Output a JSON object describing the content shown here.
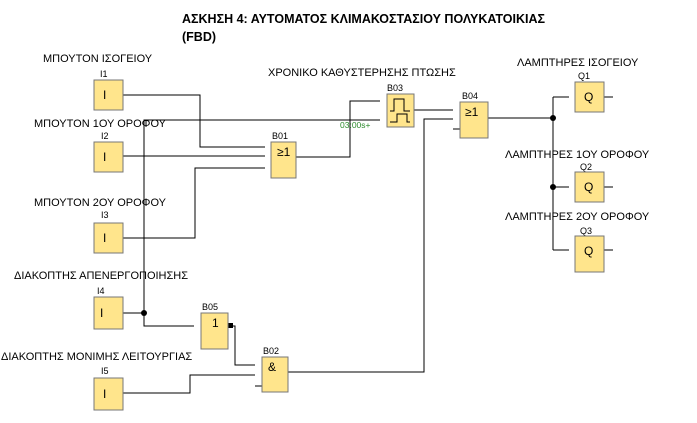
{
  "title": {
    "line1": "ΑΣΚΗΣΗ 4: ΑΥΤΟΜΑΤΟΣ ΚΛΙΜΑΚΟΣΤΑΣΙΟΥ ΠΟΛΥΚΑΤΟΙΚΙΑΣ",
    "line2": "(FBD)"
  },
  "inputs": [
    {
      "id": "I1",
      "label": "ΜΠΟΥΤΟΝ ΙΣΟΓΕΙΟΥ",
      "symbol": "I"
    },
    {
      "id": "I2",
      "label": "ΜΠΟΥΤΟΝ 1ΟΥ ΟΡΟΦΟΥ",
      "symbol": "I"
    },
    {
      "id": "I3",
      "label": "ΜΠΟΥΤΟΝ 2ΟΥ ΟΡΟΦΟΥ",
      "symbol": "I"
    },
    {
      "id": "I4",
      "label": "ΔΙΑΚΟΠΤΗΣ ΑΠΕΝΕΡΓΟΠΟΙΗΣΗΣ",
      "symbol": "I"
    },
    {
      "id": "I5",
      "label": "ΔΙΑΚΟΠΤΗΣ ΜΟΝΙΜΗΣ ΛΕΙΤΟΥΡΓΙΑΣ",
      "symbol": "I"
    }
  ],
  "blocks": {
    "B01": {
      "id": "B01",
      "symbol": "≥1"
    },
    "B03": {
      "id": "B03",
      "label": "ΧΡΟΝΙΚΟ ΚΑΘΥΣΤΕΡΗΣΗΣ ΠΤΩΣΗΣ",
      "param": "03:00s+"
    },
    "B04": {
      "id": "B04",
      "symbol": "≥1"
    },
    "B05": {
      "id": "B05",
      "symbol": "1"
    },
    "B02": {
      "id": "B02",
      "symbol": "&"
    }
  },
  "outputs": [
    {
      "id": "Q1",
      "label": "ΛΑΜΠΤΗΡΕΣ ΙΣΟΓΕΙΟΥ",
      "symbol": "Q"
    },
    {
      "id": "Q2",
      "label": "ΛΑΜΠΤΗΡΕΣ 1ΟΥ ΟΡΟΦΟΥ",
      "symbol": "Q"
    },
    {
      "id": "Q3",
      "label": "ΛΑΜΠΤΗΡΕΣ 2ΟΥ ΟΡΟΦΟΥ",
      "symbol": "Q"
    }
  ],
  "colors": {
    "block_fill": "#FFE58C",
    "wire": "#000000",
    "param_text": "#2E8B2E"
  }
}
